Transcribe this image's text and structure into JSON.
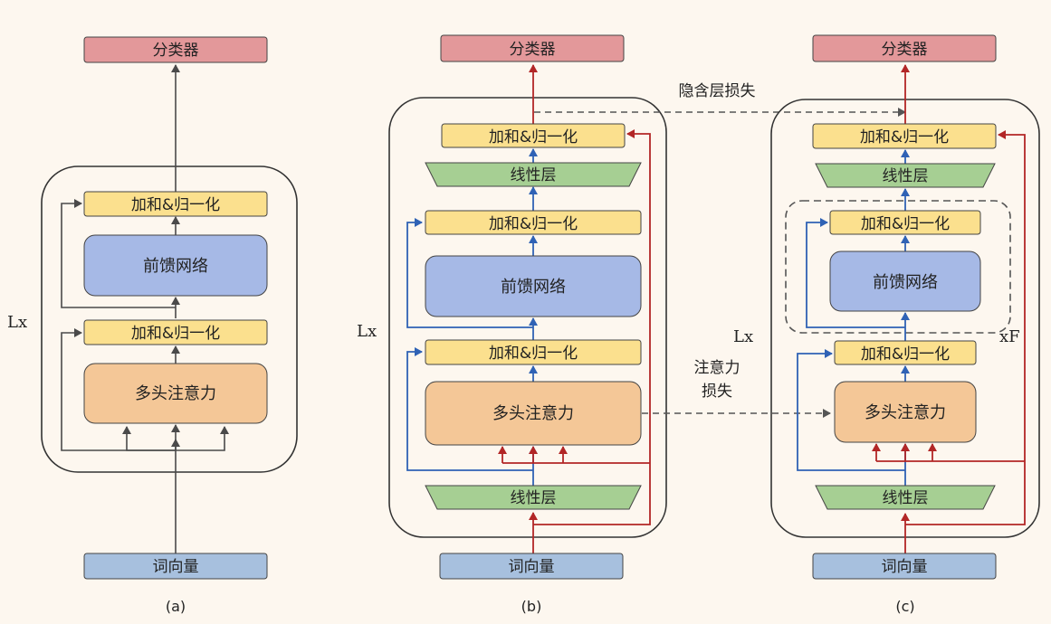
{
  "panel_a": {
    "classifier": "分类器",
    "addnorm_top": "加和&归一化",
    "ffn": "前馈网络",
    "addnorm_bottom": "加和&归一化",
    "attention": "多头注意力",
    "embeddings": "词向量",
    "repeat": "Lx",
    "caption": "(a)"
  },
  "panel_b": {
    "classifier": "分类器",
    "addnorm_top": "加和&归一化",
    "linear_top": "线性层",
    "addnorm_mid": "加和&归一化",
    "ffn": "前馈网络",
    "addnorm_low": "加和&归一化",
    "attention": "多头注意力",
    "linear_bottom": "线性层",
    "embeddings": "词向量",
    "repeat": "Lx",
    "caption": "(b)"
  },
  "panel_c": {
    "classifier": "分类器",
    "addnorm_top": "加和&归一化",
    "linear_top": "线性层",
    "addnorm_mid": "加和&归一化",
    "ffn": "前馈网络",
    "addnorm_low": "加和&归一化",
    "attention": "多头注意力",
    "linear_bottom": "线性层",
    "embeddings": "词向量",
    "repeat": "Lx",
    "inner_repeat": "xF",
    "caption": "(c)"
  },
  "losses": {
    "hidden_loss": "隐含层损失",
    "attention_loss_1": "注意力",
    "attention_loss_2": "损失"
  },
  "colors": {
    "classifier": "#e3989a",
    "addnorm": "#fbe08e",
    "ffn": "#a6b9e6",
    "attention": "#f4c797",
    "linear": "#a6cf93",
    "embeddings": "#a7c0de",
    "arrow_gray": "#4a4a4a",
    "arrow_blue": "#2f62b5",
    "arrow_red": "#b22626"
  }
}
